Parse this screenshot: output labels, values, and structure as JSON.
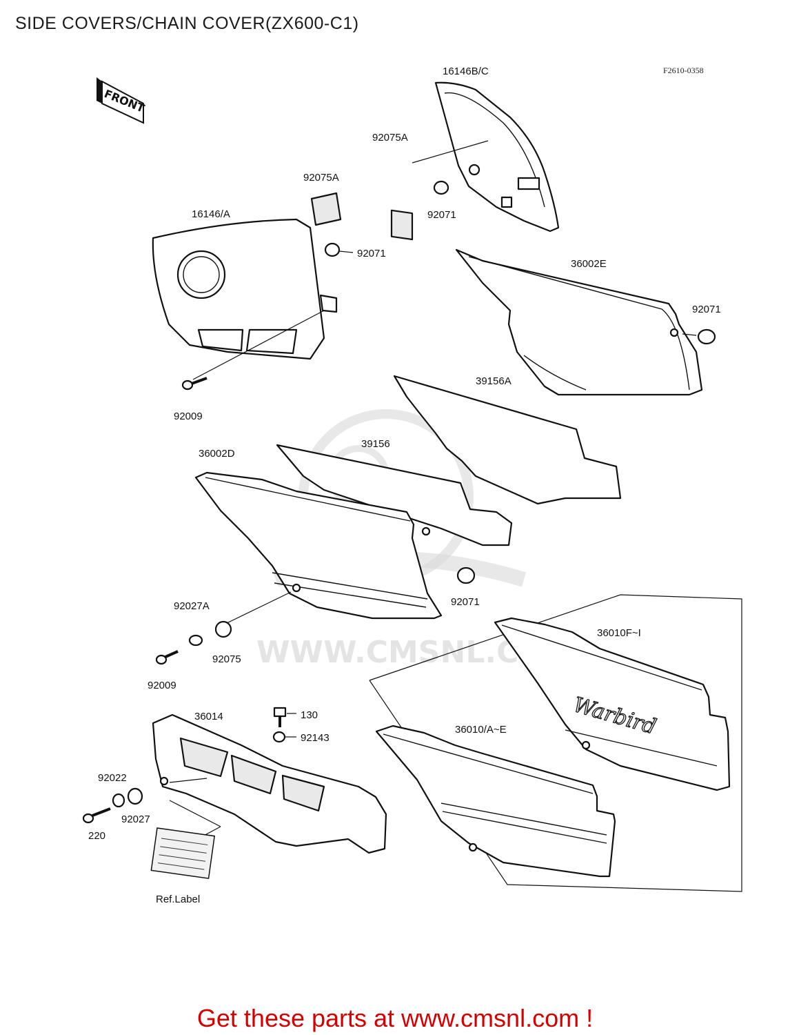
{
  "title": "SIDE COVERS/CHAIN COVER(ZX600-C1)",
  "diagram_code": "F2610-0358",
  "front_label": "FRONT",
  "watermark": "WWW.CMSNL.COM",
  "footer": "Get these parts at www.cmsnl.com !",
  "labels": {
    "p16146bc": "16146B/C",
    "p92075a_top": "92075A",
    "p92071_top": "92071",
    "p92075a_left": "92075A",
    "p16146a": "16146/A",
    "p92071_left": "92071",
    "p36002e": "36002E",
    "p92071_right": "92071",
    "p39156a": "39156A",
    "p92009_top": "92009",
    "p36002d": "36002D",
    "p39156": "39156",
    "p92071_mid": "92071",
    "p92027a": "92027A",
    "p92075": "92075",
    "p92009_bottom": "92009",
    "p36010fi": "36010F~I",
    "p36014": "36014",
    "p130": "130",
    "p92143": "92143",
    "p36010ae": "36010/A~E",
    "p92022": "92022",
    "p92027": "92027",
    "p220": "220",
    "ref_label": "Ref.Label"
  },
  "colors": {
    "accent": "#d40000",
    "ink": "#111111"
  }
}
